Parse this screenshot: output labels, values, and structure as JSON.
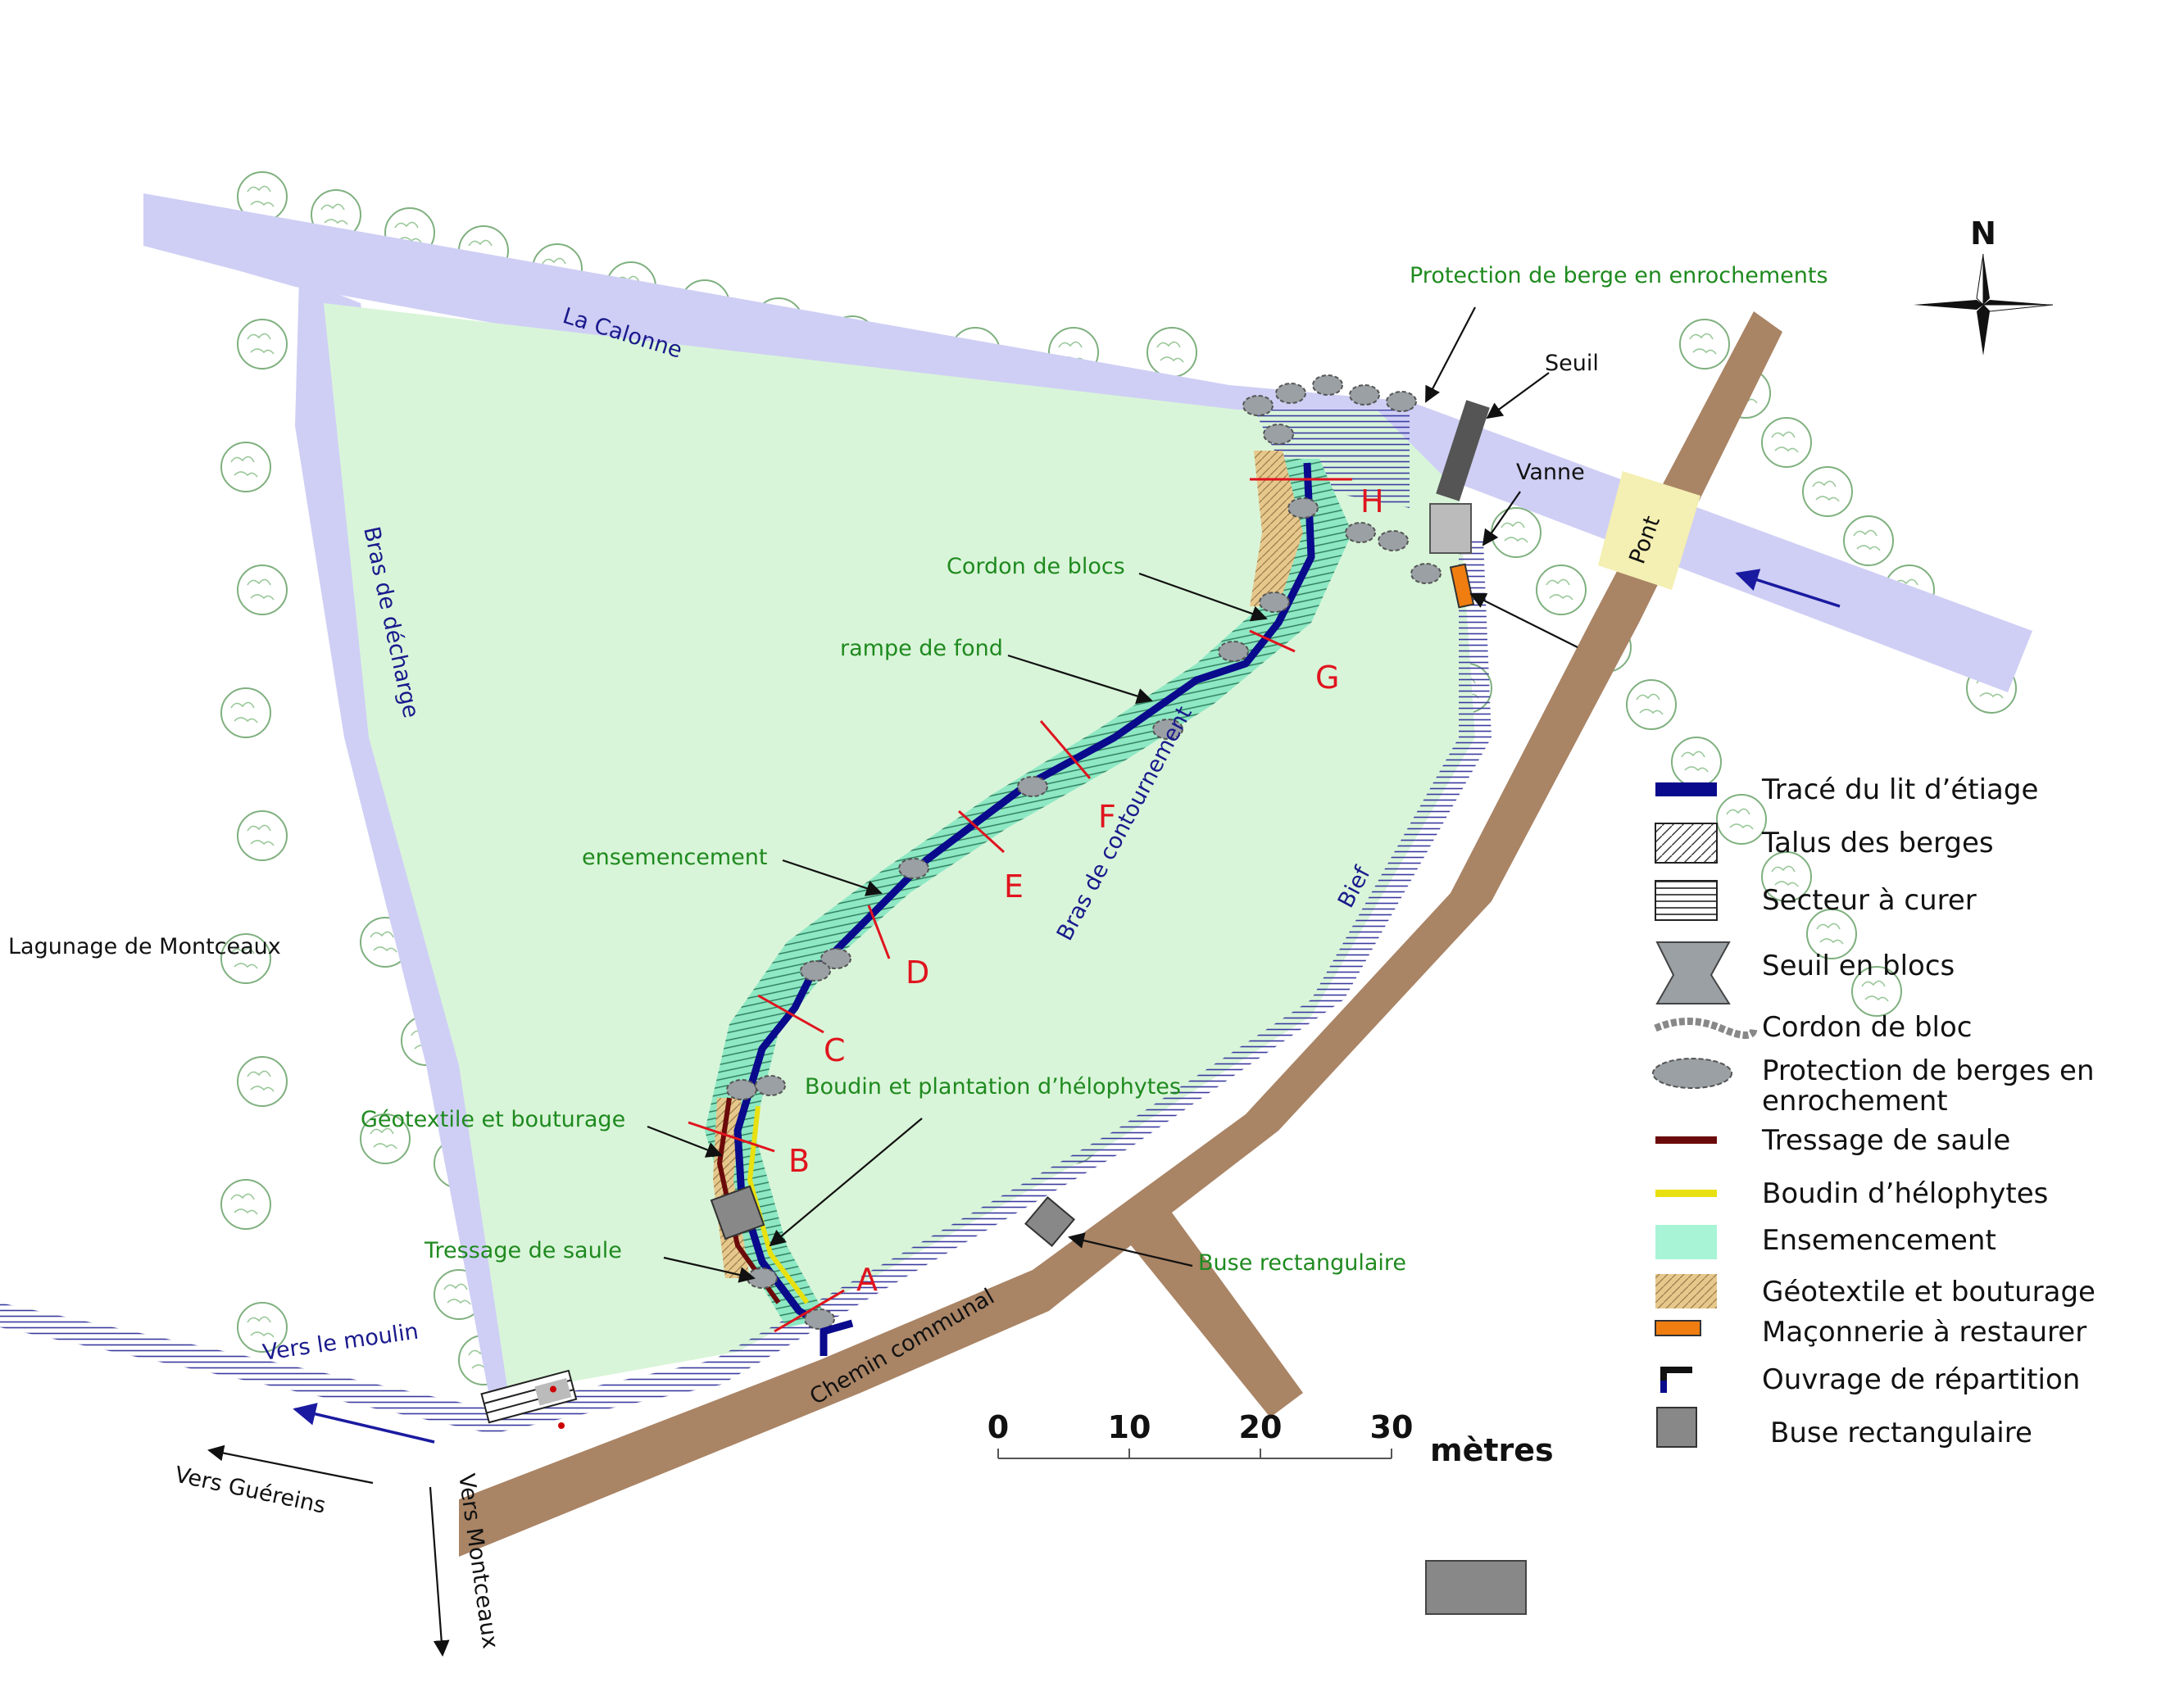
{
  "map": {
    "place_labels": {
      "la_calonne": "La Calonne",
      "bras_decharge": "Bras de décharge",
      "bras_contournement": "Bras de contournement",
      "bief": "Bief",
      "lagunage": "Lagunage de Montceaux",
      "vers_moulin": "Vers le moulin",
      "vers_guereins": "Vers Guéreins",
      "vers_montceaux": "Vers Montceaux",
      "chemin_communal": "Chemin communal",
      "pont": "Pont",
      "north": "N"
    },
    "annotations": {
      "protection_berge": "Protection de berge en enrochements",
      "seuil": "Seuil",
      "vanne": "Vanne",
      "cordon_blocs": "Cordon de blocs",
      "rampe_fond": "rampe de fond",
      "ensemencement": "ensemencement",
      "boudin": "Boudin et plantation d’hélophytes",
      "geotextile": "Géotextile et bouturage",
      "tressage": "Tressage de saule",
      "buse": "Buse rectangulaire"
    },
    "sections": [
      "A",
      "B",
      "C",
      "D",
      "E",
      "F",
      "G",
      "H"
    ],
    "scale": {
      "ticks": [
        "0",
        "10",
        "20",
        "30"
      ],
      "unit": "mètres"
    }
  },
  "legend": {
    "items": [
      {
        "label": "Tracé du lit d’étiage",
        "icon": "blue-line-icon"
      },
      {
        "label": "Talus des berges",
        "icon": "diagonal-hatch-icon"
      },
      {
        "label": "Secteur à curer",
        "icon": "horizontal-hatch-icon"
      },
      {
        "label": "Seuil en blocs",
        "icon": "rock-weir-icon"
      },
      {
        "label": "Cordon de bloc",
        "icon": "rock-line-icon"
      },
      {
        "label": "Protection de berges en",
        "label2": "enrochement",
        "icon": "rock-cluster-icon"
      },
      {
        "label": "Tressage de saule",
        "icon": "dark-red-line-icon"
      },
      {
        "label": "Boudin d’hélophytes",
        "icon": "yellow-line-icon"
      },
      {
        "label": "Ensemencement",
        "icon": "mint-swatch-icon"
      },
      {
        "label": "Géotextile et bouturage",
        "icon": "tan-swatch-icon"
      },
      {
        "label": "Maçonnerie à restaurer",
        "icon": "orange-swatch-icon"
      },
      {
        "label": "Ouvrage de répartition",
        "icon": "l-shape-icon"
      },
      {
        "label": "Buse rectangulaire",
        "icon": "grey-square-icon"
      }
    ]
  },
  "colors": {
    "water": "#cfcff5",
    "meadow": "#d9f5d9",
    "seeding": "#8ee8c4",
    "road": "#a98465",
    "thalweg": "#0a0a8c",
    "willow": "#6b0a0a",
    "helophyte": "#e8e010",
    "geotextile": "#e6c88c",
    "masonry": "#f07d10",
    "section_line": "#e0141e"
  }
}
